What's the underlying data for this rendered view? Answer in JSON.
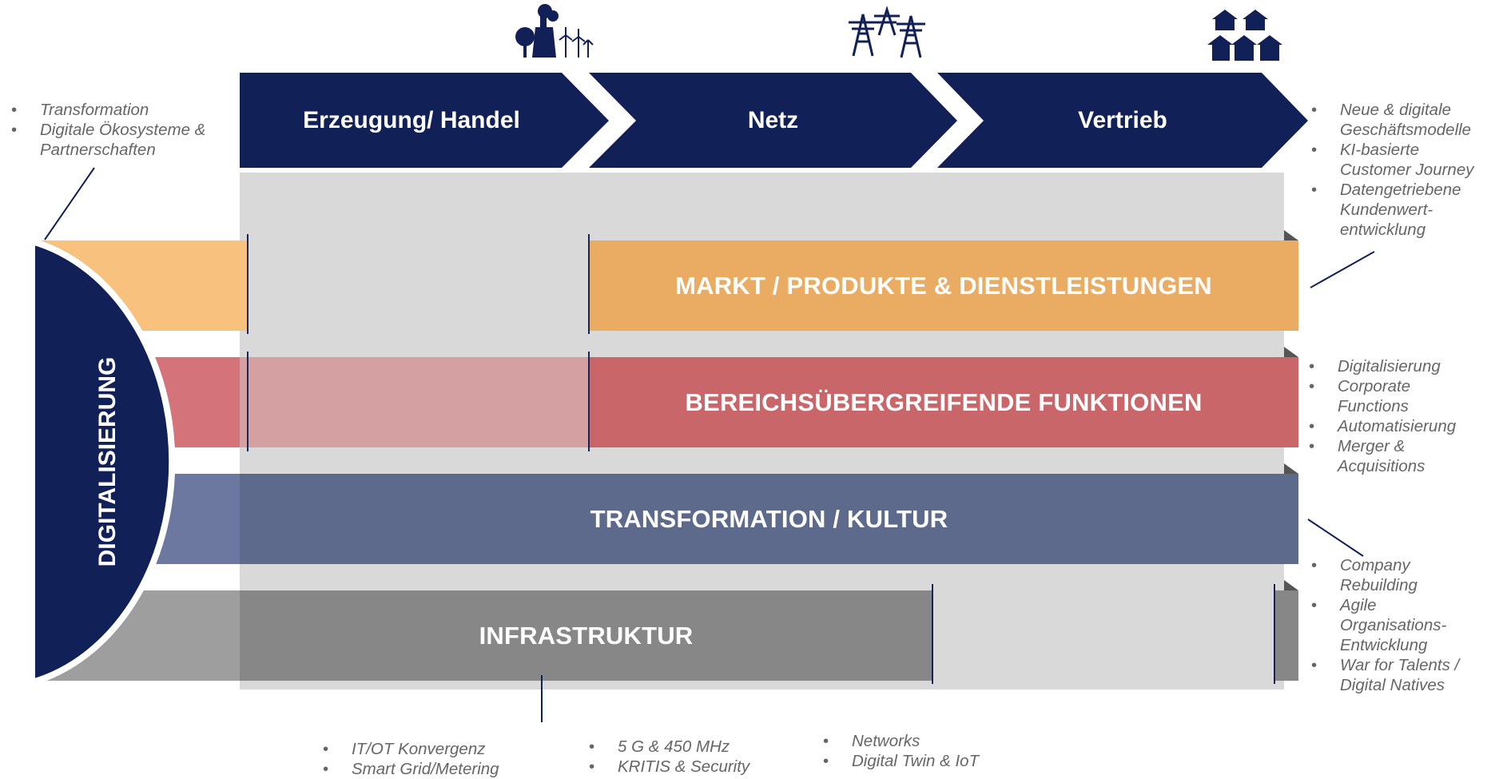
{
  "value_chain": {
    "stages": [
      {
        "label": "Erzeugung/ Handel",
        "icon": "power-plant-wind-icon"
      },
      {
        "label": "Netz",
        "icon": "power-pylons-icon"
      },
      {
        "label": "Vertrieb",
        "icon": "houses-icon"
      }
    ]
  },
  "digitalisierung": {
    "label": "DIGITALISIERUNG"
  },
  "layers": [
    {
      "label": "MARKT / PRODUKTE & DIENSTLEISTUNGEN",
      "color": "#E9AC62"
    },
    {
      "label": "BEREICHSÜBERGREIFENDE FUNKTIONEN",
      "color": "#C8666A"
    },
    {
      "label": "TRANSFORMATION / KULTUR",
      "color": "#5E6A8B"
    },
    {
      "label": "INFRASTRUKTUR",
      "color": "#878787"
    }
  ],
  "notes": {
    "top_left": [
      {
        "lines": [
          "Transformation"
        ]
      },
      {
        "lines": [
          "Digitale Ökosysteme &",
          "Partnerschaften"
        ]
      }
    ],
    "right_top": [
      {
        "lines": [
          "Neue & digitale",
          "Geschäftsmodelle"
        ]
      },
      {
        "lines": [
          "KI-basierte",
          "Customer Journey"
        ]
      },
      {
        "lines": [
          "Datengetriebene",
          "Kundenwert-",
          "entwicklung"
        ]
      }
    ],
    "right_mid": [
      {
        "lines": [
          "Digitalisierung"
        ]
      },
      {
        "lines": [
          "Corporate",
          "Functions"
        ]
      },
      {
        "lines": [
          "Automatisierung"
        ]
      },
      {
        "lines": [
          "Merger &",
          "Acquisitions"
        ]
      }
    ],
    "right_bottom": [
      {
        "lines": [
          "Company",
          "Rebuilding"
        ]
      },
      {
        "lines": [
          "Agile",
          "Organisations-",
          "Entwicklung"
        ]
      },
      {
        "lines": [
          "War for Talents /",
          "Digital Natives"
        ]
      }
    ],
    "bottom_1": [
      {
        "lines": [
          "IT/OT Konvergenz"
        ]
      },
      {
        "lines": [
          "Smart Grid/Metering"
        ]
      }
    ],
    "bottom_2": [
      {
        "lines": [
          "5 G & 450 MHz"
        ]
      },
      {
        "lines": [
          "KRITIS & Security"
        ]
      }
    ],
    "bottom_3": [
      {
        "lines": [
          "Networks"
        ]
      },
      {
        "lines": [
          "Digital Twin & IoT"
        ]
      }
    ]
  },
  "colors": {
    "navy": "#122058",
    "panel_grey": "#D9D9D9",
    "orange": "#F9C17E",
    "red": "#D4737A",
    "navy_light": "#6C78A0",
    "grey": "#9E9E9E"
  }
}
